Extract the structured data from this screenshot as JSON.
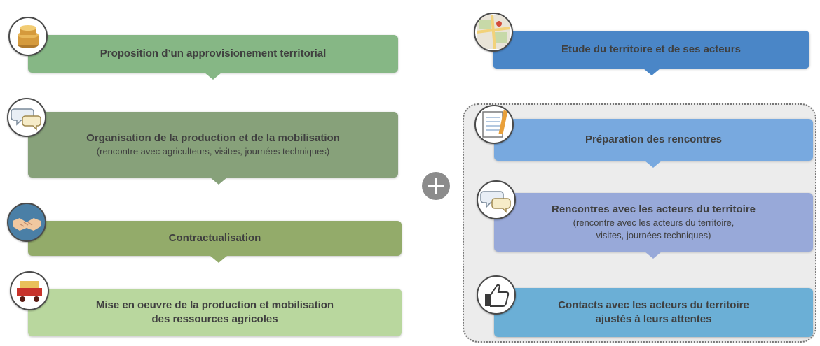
{
  "left": {
    "box1": {
      "title": "Proposition d’un approvisionement territorial",
      "color": "#86b785"
    },
    "box2": {
      "title": "Organisation de la production et de la mobilisation",
      "subtitle": "(rencontre avec agriculteurs, visites, journées techniques)",
      "color": "#87a17a"
    },
    "box3": {
      "title": "Contractualisation",
      "color": "#93ab6a"
    },
    "box4": {
      "title_line1": "Mise en oeuvre de la production et mobilisation",
      "title_line2": "des ressources agricoles",
      "color": "#b9d79e"
    }
  },
  "right": {
    "box1": {
      "title": "Etude du territoire et de ses acteurs",
      "color": "#4a86c7"
    },
    "box2": {
      "title": "Préparation des rencontres",
      "color": "#78a9df"
    },
    "box3": {
      "title": "Rencontres avec les acteurs du territoire",
      "subtitle_line1": "(rencontre avec les acteurs du territoire,",
      "subtitle_line2": "visites, journées techniques)",
      "color": "#98a9d9"
    },
    "box4": {
      "title_line1": "Contacts avec les acteurs du territoire",
      "title_line2": "ajustés à leurs attentes",
      "color": "#6bafd6"
    }
  },
  "icons": [
    "coins-icon",
    "speech-bubbles-icon",
    "handshake-icon",
    "cart-icon",
    "map-icon",
    "notebook-icon",
    "speech-bubbles-icon",
    "thumbs-up-icon"
  ],
  "connector": "plus-icon"
}
